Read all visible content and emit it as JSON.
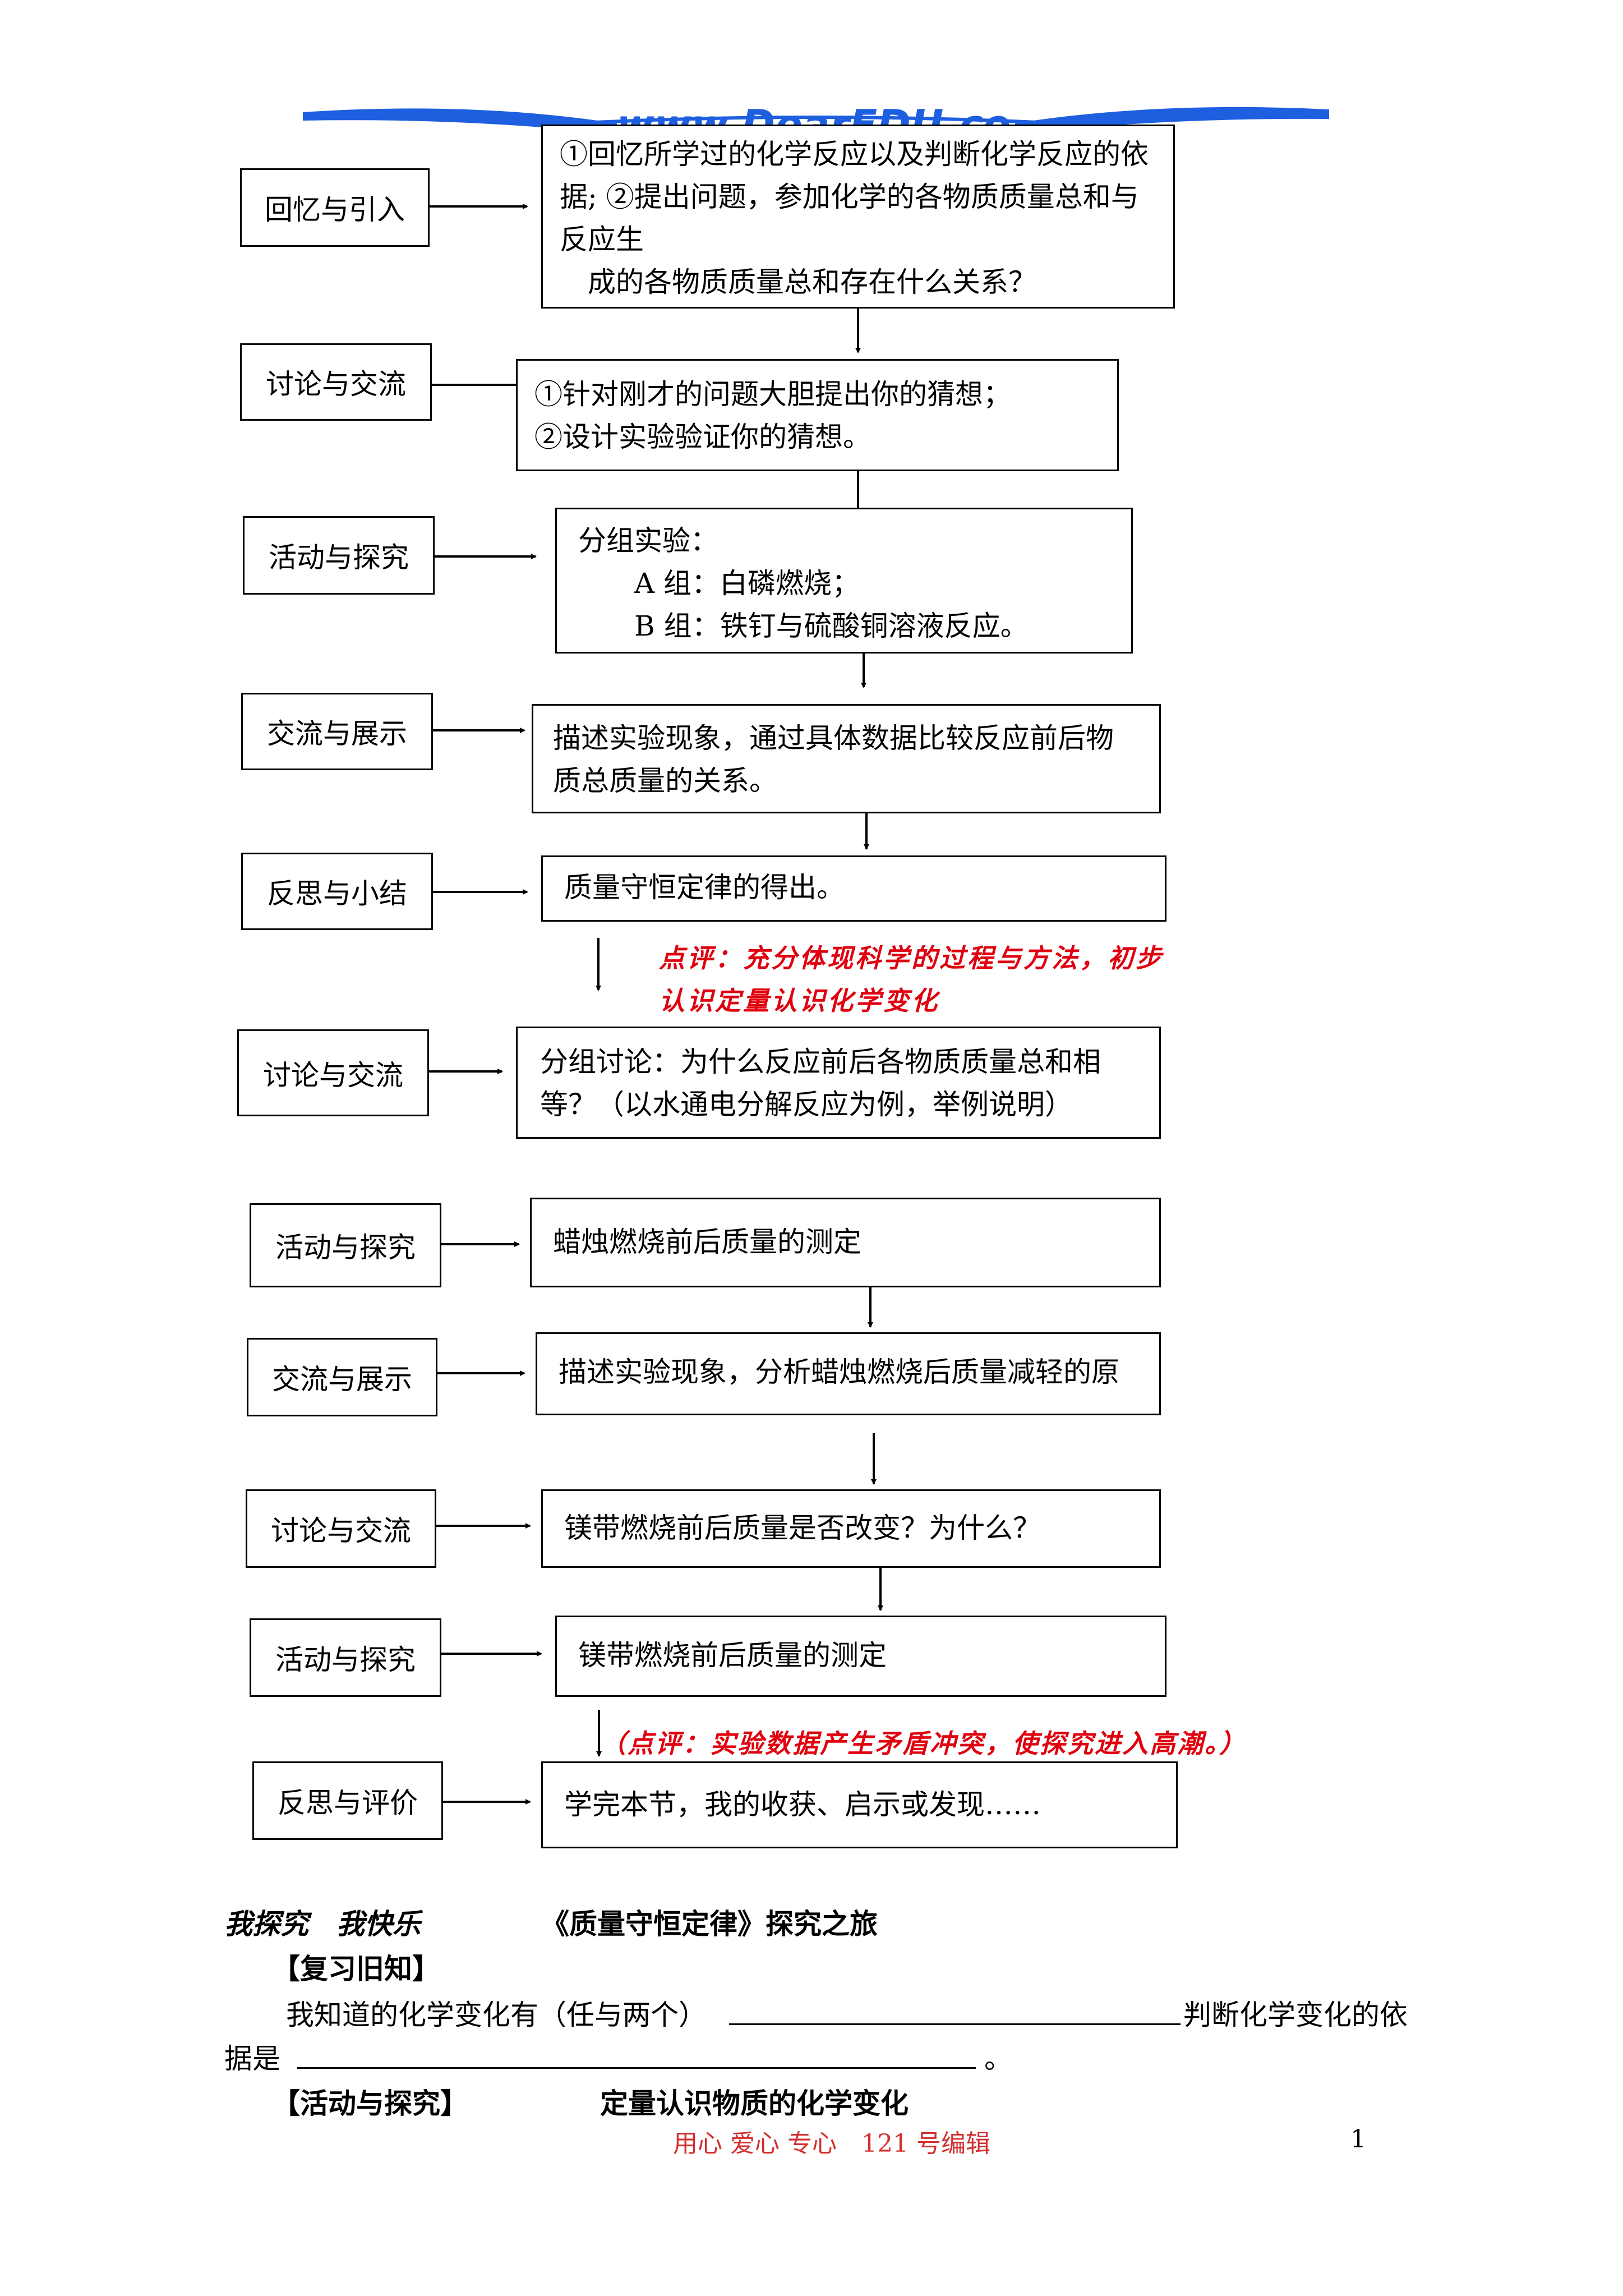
{
  "header": {
    "watermark": "www.DearEDU.com"
  },
  "flow": [
    {
      "label": "回忆与引入",
      "lines": [
        "①回忆所学过的化学反应以及判断化学反应的依",
        "据; ②提出问题，参加化学的各物质质量总和与",
        "反应生",
        "　成的各物质质量总和存在什么关系？"
      ]
    },
    {
      "label": "讨论与交流",
      "lines": [
        "①针对刚才的问题大胆提出你的猜想；",
        "②设计实验验证你的猜想。"
      ]
    },
    {
      "label": "活动与探究",
      "lines": [
        "分组实验：",
        "　　A 组：白磷燃烧；",
        "　　B 组：铁钉与硫酸铜溶液反应。"
      ]
    },
    {
      "label": "交流与展示",
      "lines": [
        "描述实验现象，通过具体数据比较反应前后物",
        "质总质量的关系。"
      ]
    },
    {
      "label": "反思与小结",
      "lines": [
        "质量守恒定律的得出。"
      ]
    },
    {
      "label": "讨论与交流",
      "lines": [
        "分组讨论：为什么反应前后各物质质量总和相",
        "等？（以水通电分解反应为例，举例说明）"
      ]
    },
    {
      "label": "活动与探究",
      "lines": [
        "蜡烛燃烧前后质量的测定"
      ]
    },
    {
      "label": "交流与展示",
      "lines": [
        "描述实验现象，分析蜡烛燃烧后质量减轻的原"
      ]
    },
    {
      "label": "讨论与交流",
      "lines": [
        "镁带燃烧前后质量是否改变？为什么？"
      ]
    },
    {
      "label": "活动与探究",
      "lines": [
        "镁带燃烧前后质量的测定"
      ]
    },
    {
      "label": "反思与评价",
      "lines": [
        "学完本节，我的收获、启示或发现……"
      ]
    }
  ],
  "comments": {
    "first_line1": "点评：充分体现科学的过程与方法，初步",
    "first_line2": "认识定量认识化学变化",
    "second": "（点评：实验数据产生矛盾冲突，使探究进入高潮。）"
  },
  "worksheet": {
    "slogan": "我探究　我快乐",
    "title": "《质量守恒定律》探究之旅",
    "review_heading": "【复习旧知】",
    "review_line1_a": "我知道的化学变化有（任与两个）",
    "review_line1_b": "判断化学变化的依",
    "review_line2_a": "据是",
    "review_line2_b": "。",
    "activity_heading": "【活动与探究】",
    "activity_subtitle": "定量认识物质的化学变化"
  },
  "footer": {
    "slogan": "用心 爱心 专心　121 号编辑",
    "page_number": "1"
  },
  "colors": {
    "header_blue": "#1e5fe0",
    "comment_red": "#e0000f",
    "footer_red": "#d23030"
  }
}
